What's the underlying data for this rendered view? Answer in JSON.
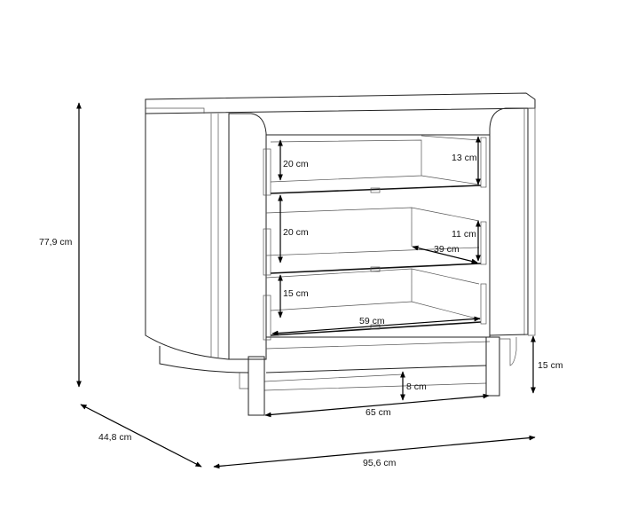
{
  "title": "Sideboard dimension drawing",
  "dimensions": {
    "height_total": "77,9 cm",
    "depth": "44,8 cm",
    "width": "95,6 cm",
    "leg_height": "15 cm",
    "plinth_height": "8 cm",
    "inner_width_bottom": "65 cm",
    "drawer_width": "59 cm",
    "drawer1_height": "20 cm",
    "drawer2_height": "20 cm",
    "drawer3_height": "15 cm",
    "drawer1_side_height": "13 cm",
    "drawer2_side_height": "11 cm",
    "drawer_depth": "39 cm"
  }
}
